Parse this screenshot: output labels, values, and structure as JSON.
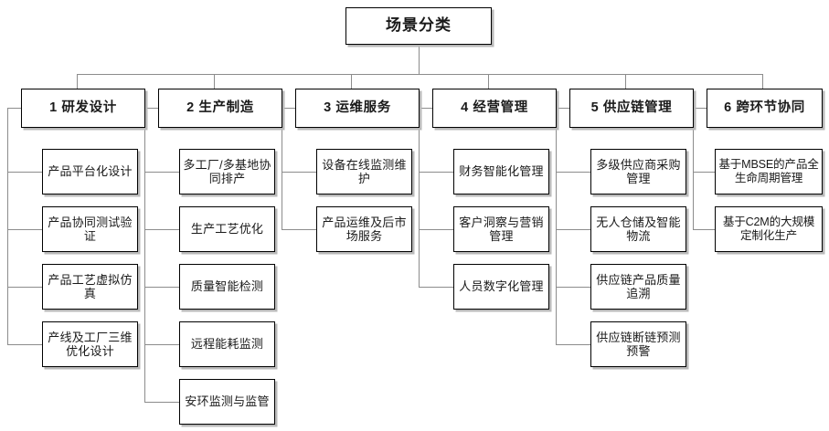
{
  "diagram": {
    "title": "场景分类",
    "type": "organization-tree",
    "root": {
      "label": "场景分类"
    },
    "categories": [
      {
        "id": 1,
        "label": "1 研发设计",
        "children": [
          {
            "label": "产品平台化设计"
          },
          {
            "label": "产品协同测试验证"
          },
          {
            "label": "产品工艺虚拟仿真"
          },
          {
            "label": "产线及工厂三维优化设计"
          }
        ]
      },
      {
        "id": 2,
        "label": "2 生产制造",
        "children": [
          {
            "label": "多工厂/多基地协同排产"
          },
          {
            "label": "生产工艺优化"
          },
          {
            "label": "质量智能检测"
          },
          {
            "label": "远程能耗监测"
          },
          {
            "label": "安环监测与监管"
          }
        ]
      },
      {
        "id": 3,
        "label": "3 运维服务",
        "children": [
          {
            "label": "设备在线监测维护"
          },
          {
            "label": "产品运维及后市场服务"
          }
        ]
      },
      {
        "id": 4,
        "label": "4 经营管理",
        "children": [
          {
            "label": "财务智能化管理"
          },
          {
            "label": "客户洞察与营销管理"
          },
          {
            "label": "人员数字化管理"
          }
        ]
      },
      {
        "id": 5,
        "label": "5 供应链管理",
        "children": [
          {
            "label": "多级供应商采购管理"
          },
          {
            "label": "无人仓储及智能物流"
          },
          {
            "label": "供应链产品质量追溯"
          },
          {
            "label": "供应链断链预测预警"
          }
        ]
      },
      {
        "id": 6,
        "label": "6 跨环节协同",
        "children": [
          {
            "label": "基于MBSE的产品全生命周期管理"
          },
          {
            "label": "基于C2M的大规模定制化生产"
          }
        ]
      }
    ],
    "colors": {
      "box_border": "#000000",
      "box_fill": "#ffffff",
      "box_shadow": "#b9b9b9",
      "connector": "#8c8c8c",
      "text": "#1a1a1a"
    }
  }
}
